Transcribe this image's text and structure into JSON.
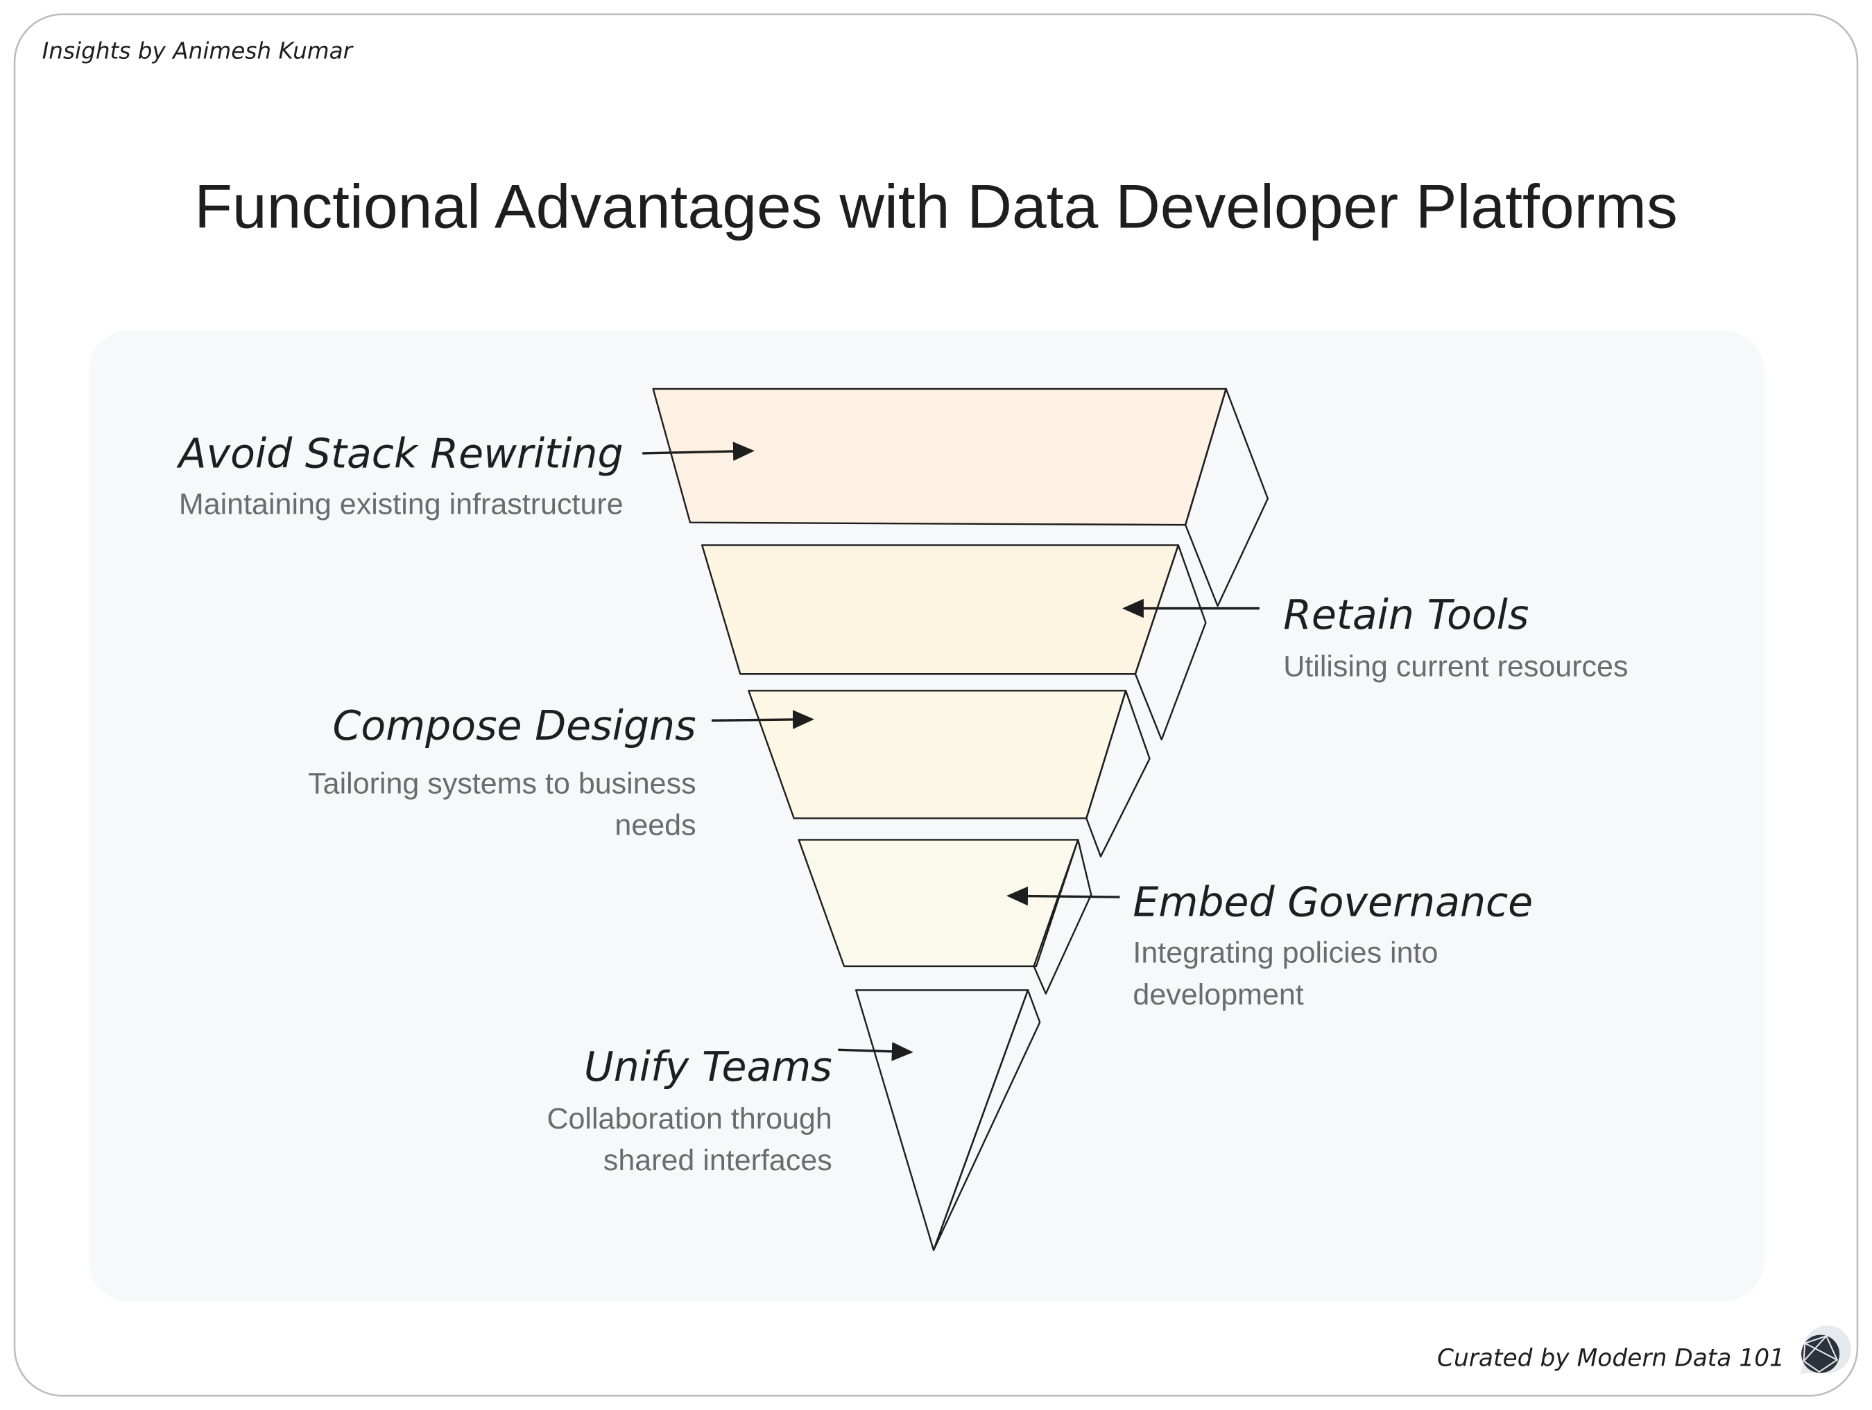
{
  "header": {
    "author_credit": "Insights by Animesh Kumar",
    "title": "Functional Advantages with Data Developer Platforms"
  },
  "funnel": [
    {
      "label": "Avoid Stack Rewriting",
      "description": [
        "Maintaining existing infrastructure"
      ],
      "color": "#f4a25a"
    },
    {
      "label": "Retain Tools",
      "description": [
        "Utilising current resources"
      ],
      "color": "#f5b84a"
    },
    {
      "label": "Compose Designs",
      "description": [
        "Tailoring systems to business",
        "needs"
      ],
      "color": "#f6cf5e"
    },
    {
      "label": "Embed Governance",
      "description": [
        "Integrating policies into",
        "development"
      ],
      "color": "#f3e3a0"
    },
    {
      "label": "Unify Teams",
      "description": [
        "Collaboration through",
        "shared interfaces"
      ],
      "color": "#f4f4ee"
    }
  ],
  "footer": {
    "curator_credit": "Curated by Modern Data 101",
    "logo_icon": "globe-chat-icon"
  }
}
